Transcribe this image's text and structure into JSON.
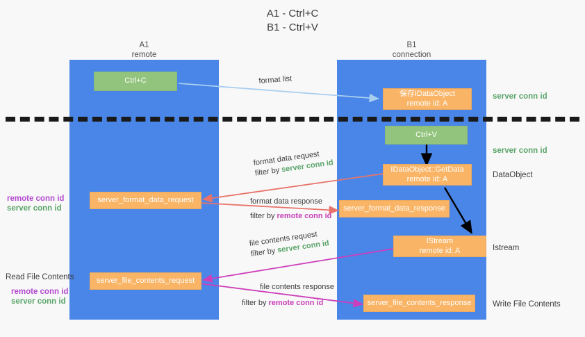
{
  "title": {
    "line1": "A1 - Ctrl+C",
    "line2": "B1 - Ctrl+V"
  },
  "lanes": [
    {
      "id": "a1",
      "name": "A1",
      "sublabel": "remote"
    },
    {
      "id": "b1",
      "name": "B1",
      "sublabel": "connection"
    }
  ],
  "nodes": {
    "ctrl_c": {
      "label": "Ctrl+C"
    },
    "save_idataobject": {
      "line1": "保存IDataObject",
      "line2": "remote id: A"
    },
    "ctrl_v": {
      "label": "Ctrl+V"
    },
    "getdata": {
      "line1": "IDataObject::GetData",
      "line2": "remote id: A"
    },
    "istream": {
      "line1": "IStream",
      "line2": "remote id: A"
    },
    "server_format_data_request": {
      "label": "server_format_data_request"
    },
    "server_format_data_response": {
      "label": "server_format_data_response"
    },
    "server_file_contents_request": {
      "label": "server_file_contents_request"
    },
    "server_file_contents_response": {
      "label": "server_file_contents_response"
    }
  },
  "edge_labels": {
    "format_list": "format list",
    "format_data_request": {
      "line1": "format data request",
      "filter_prefix": "filter by ",
      "filter_value": "server conn id"
    },
    "format_data_response": {
      "line1": "format data response",
      "filter_prefix": "filter by ",
      "filter_value": "remote conn id"
    },
    "file_contents_request": {
      "line1": "file contents request",
      "filter_prefix": "filter by ",
      "filter_value": "server conn id"
    },
    "file_contents_response": {
      "line1": "file contents response",
      "filter_prefix": "filter by ",
      "filter_value": "remote conn id"
    }
  },
  "side_labels": {
    "right_server_conn_id_top": "server conn id",
    "right_server_conn_id_mid": "server conn id",
    "right_dataobject": "DataObject",
    "right_istream": "Istream",
    "right_write_file_contents": "Write File Contents",
    "left_read_file_contents": "Read File Contents",
    "left_remote_conn_id_mid": "remote conn id",
    "left_server_conn_id_mid": "server conn id",
    "left_remote_conn_id_low": "remote conn id",
    "left_server_conn_id_low": "server conn id"
  },
  "colors": {
    "lane": "#4a86e8",
    "green_node": "#93c47d",
    "orange_node": "#f9b466",
    "arrow_blue": "#a8cef0",
    "arrow_red": "#e8736a",
    "arrow_magenta": "#cc3fbb",
    "arrow_black": "#000000",
    "conn_green_text": "#5aa469",
    "conn_purple_text": "#b44ad0",
    "background": "#f8f8f8"
  }
}
